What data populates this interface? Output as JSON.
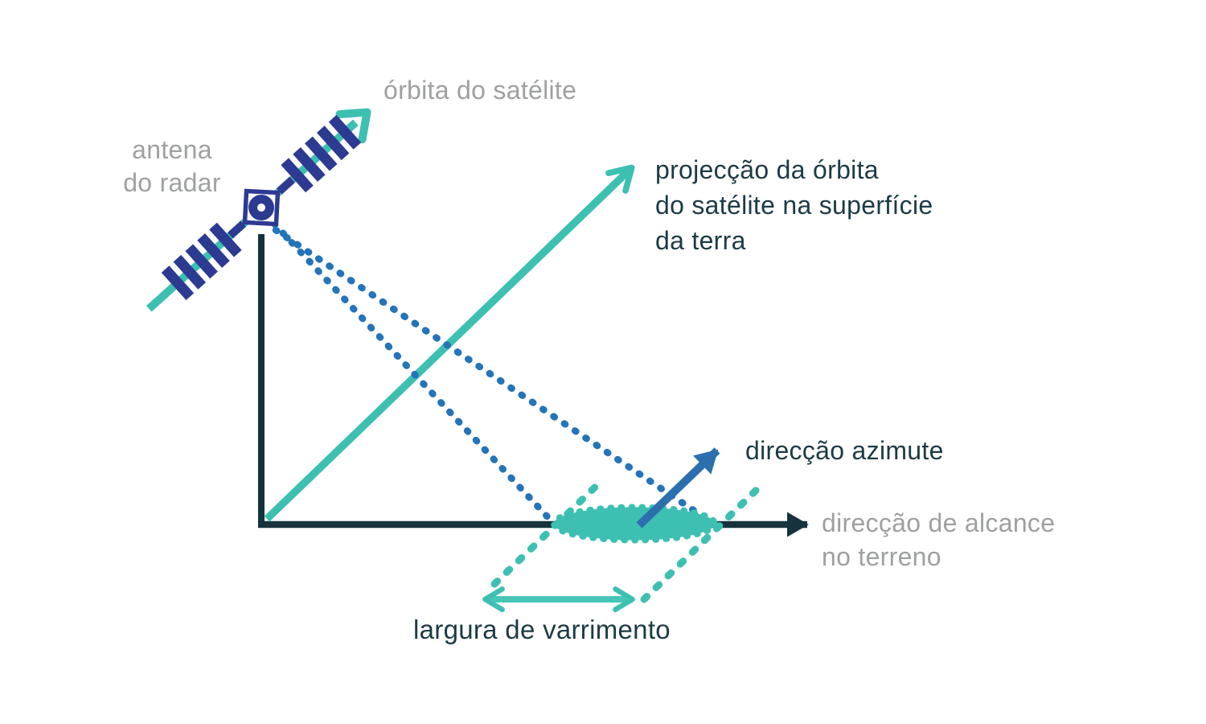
{
  "labels": {
    "orbit": "órbita do satélite",
    "antenna_lines": [
      "antena",
      "do radar"
    ],
    "projection_lines": [
      "projecção da órbita",
      "do satélite na superfície",
      "da terra"
    ],
    "azimuth": "direcção azimute",
    "range_lines": [
      "direcção de alcance",
      "no terreno"
    ],
    "swath": "largura de varrimento"
  },
  "icons": {
    "satellite": "satellite-icon"
  },
  "colors": {
    "background": "#ffffff",
    "teal": "#3DC0B2",
    "teal_light": "#47C6B8",
    "dark": "#16333D",
    "dark_text": "#1C3B45",
    "blue_dotted": "#2374B9",
    "blue_azimuth": "#2B6FAE",
    "indigo_satellite": "#2D3A92",
    "gray_text": "#9EA0A2"
  }
}
